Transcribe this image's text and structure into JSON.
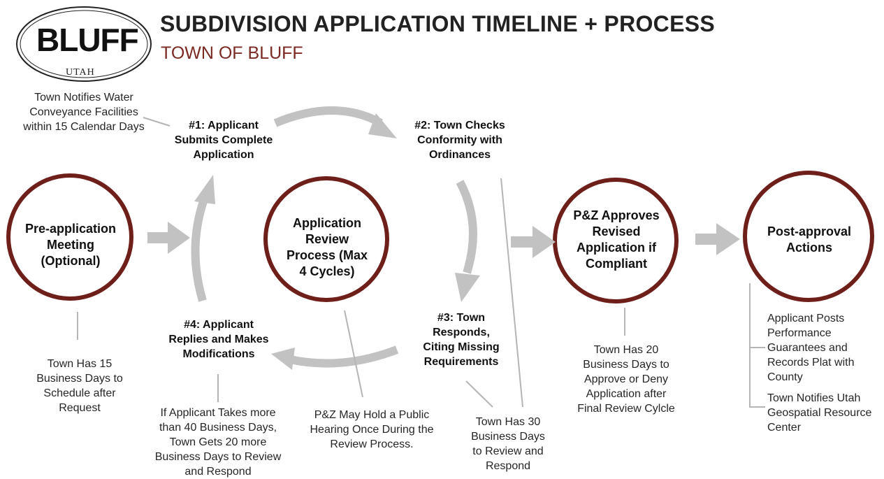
{
  "logo": {
    "word": "BLUFF",
    "sub": "UTAH"
  },
  "header": {
    "title": "SUBDIVISION APPLICATION TIMELINE + PROCESS",
    "subtitle": "TOWN OF BLUFF"
  },
  "colors": {
    "ring": "#6e1f1a",
    "arrow": "#c2c2c2",
    "subtitle": "#7a2a22",
    "line": "#b5b5b5"
  },
  "circles": {
    "pre": "Pre-application Meeting (Optional)",
    "review": "Application Review Process (Max 4 Cycles)",
    "approve": "P&Z Approves Revised Application if Compliant",
    "post": "Post-approval Actions"
  },
  "steps": {
    "s1": "#1: Applicant Submits Complete Application",
    "s2": "#2: Town Checks Conformity with Ordinances",
    "s3": "#3: Town Responds, Citing Missing Requirements",
    "s4": "#4: Applicant Replies and Makes Modifications"
  },
  "notes": {
    "water": "Town Notifies Water Conveyance Facilities within 15 Calendar Days",
    "pre_schedule": "Town Has 15 Business Days to Schedule after Request",
    "applicant_40": "If Applicant Takes more than 40 Business Days, Town Gets 20 more Business Days to Review and Respond",
    "hearing": "P&Z May Hold a Public Hearing Once During the Review Process.",
    "town_30": "Town Has 30 Business Days to Review and Respond",
    "town_20": "Town Has 20 Business Days to Approve or Deny Application after Final Review Cylcle",
    "post_guarantees": "Applicant Posts Performance Guarantees and Records Plat with County",
    "post_agrc": "Town Notifies Utah Geospatial Resource Center"
  }
}
